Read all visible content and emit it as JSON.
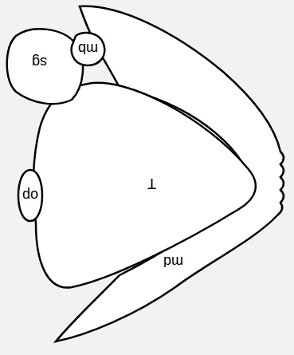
{
  "diagram": {
    "nodes": [
      {
        "text": [
          "md"
        ]
      },
      {
        "text": [
          "T"
        ]
      },
      {
        "text": [
          "sg"
        ]
      },
      {
        "text": [
          "mb"
        ]
      },
      {
        "text": [
          "op"
        ]
      }
    ]
  }
}
